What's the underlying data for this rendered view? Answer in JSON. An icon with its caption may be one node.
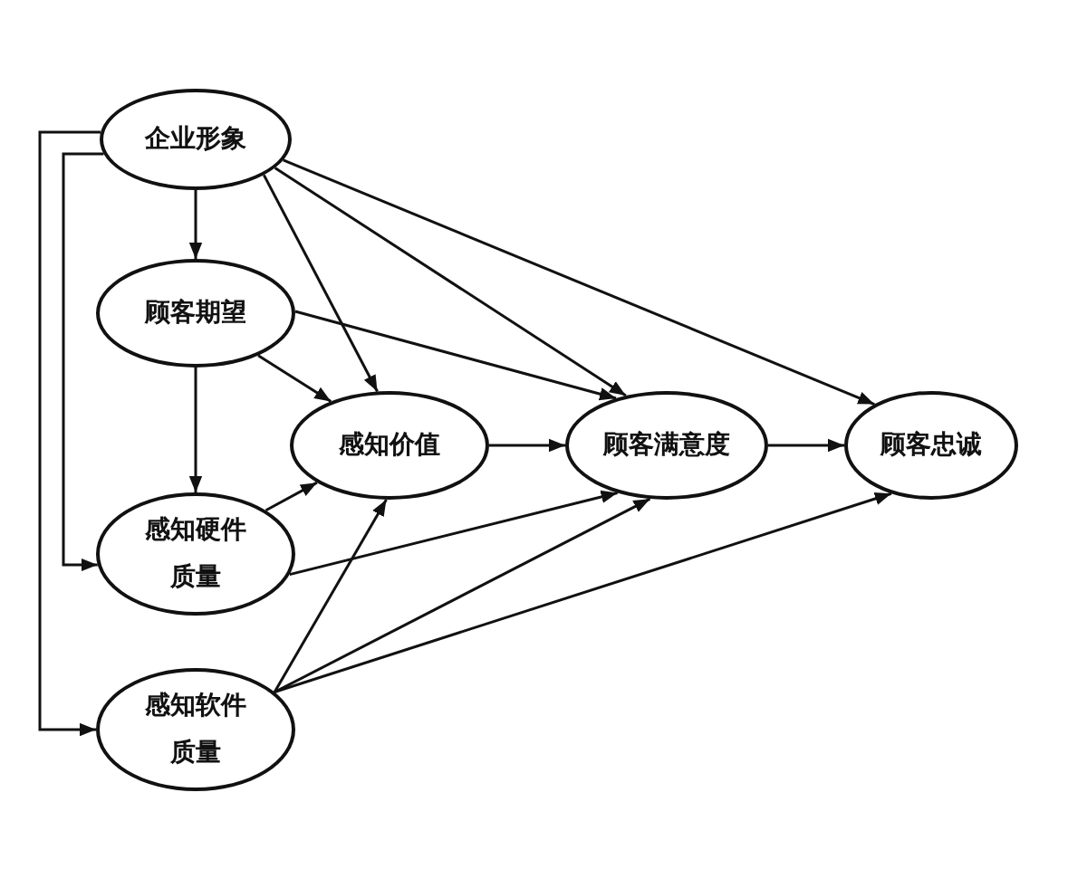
{
  "diagram": {
    "nodes": [
      {
        "text": [
          "企业形象"
        ]
      },
      {
        "text": [
          "顾客期望"
        ]
      },
      {
        "text": [
          "感知价值"
        ]
      },
      {
        "text": [
          "顾客满意度"
        ]
      },
      {
        "text": [
          "顾客忠诚"
        ]
      },
      {
        "text": [
          "感知硬件质量"
        ]
      },
      {
        "text": [
          "感知软件质量"
        ]
      }
    ],
    "edges": [
      {
        "from": 0,
        "to": 1,
        "arrow": "to"
      },
      {
        "from": 0,
        "to": 2,
        "arrow": "to"
      },
      {
        "from": 0,
        "to": 3,
        "arrow": "to"
      },
      {
        "from": 0,
        "to": 4,
        "arrow": "to"
      },
      {
        "from": 0,
        "to": 5,
        "arrow": "to"
      },
      {
        "from": 0,
        "to": 6,
        "arrow": "to"
      },
      {
        "from": 1,
        "to": 5,
        "arrow": "to"
      },
      {
        "from": 1,
        "to": 2,
        "arrow": "to"
      },
      {
        "from": 1,
        "to": 3,
        "arrow": "to"
      },
      {
        "from": 2,
        "to": 3,
        "arrow": "to"
      },
      {
        "from": 3,
        "to": 4,
        "arrow": "to"
      },
      {
        "from": 5,
        "to": 2,
        "arrow": "to"
      },
      {
        "from": 5,
        "to": 3,
        "arrow": "to"
      },
      {
        "from": 6,
        "to": 2,
        "arrow": "to"
      },
      {
        "from": 6,
        "to": 3,
        "arrow": "to"
      },
      {
        "from": 6,
        "to": 4,
        "arrow": "to"
      }
    ]
  }
}
